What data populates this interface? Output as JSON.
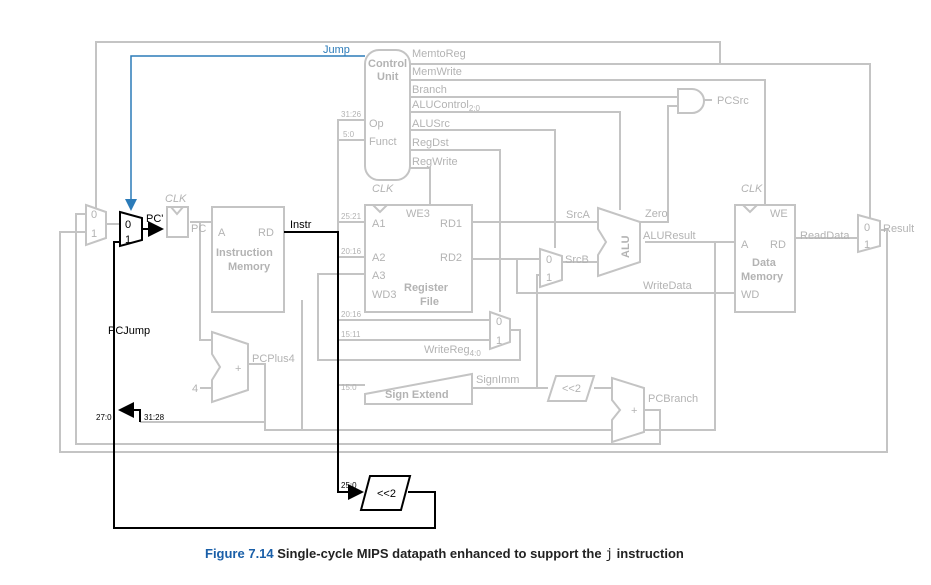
{
  "labels": {
    "jump": "Jump",
    "memtoreg": "MemtoReg",
    "memwrite": "MemWrite",
    "branch": "Branch",
    "alucontrol": "ALUControl",
    "alucontrol_sub": "2:0",
    "alusrc": "ALUSrc",
    "regdst": "RegDst",
    "regwrite": "RegWrite",
    "pcsrc": "PCSrc",
    "control_unit_1": "Control",
    "control_unit_2": "Unit",
    "op": "Op",
    "funct": "Funct",
    "b31_26": "31:26",
    "b5_0": "5:0",
    "b25_21": "25:21",
    "b20_16a": "20:16",
    "b20_16b": "20:16",
    "b15_11": "15:11",
    "b15_0": "15:0",
    "b27_0": "27:0",
    "b31_28": "31:28",
    "b25_0": "25:0",
    "clk1": "CLK",
    "clk2": "CLK",
    "clk3": "CLK",
    "pc_prime": "PC'",
    "pc": "PC",
    "instr": "Instr",
    "a": "A",
    "rd": "RD",
    "imem_1": "Instruction",
    "imem_2": "Memory",
    "a1": "A1",
    "a2": "A2",
    "a3": "A3",
    "wd3": "WD3",
    "we3": "WE3",
    "rd1": "RD1",
    "rd2": "RD2",
    "rf_1": "Register",
    "rf_2": "File",
    "srca": "SrcA",
    "srcb": "SrcB",
    "zero": "Zero",
    "alu": "ALU",
    "aluresult": "ALUResult",
    "writedata": "WriteData",
    "dmem_a": "A",
    "dmem_rd": "RD",
    "dmem_wd": "WD",
    "dmem_we": "WE",
    "dmem_1": "Data",
    "dmem_2": "Memory",
    "readdata": "ReadData",
    "result": "Result",
    "writereg": "WriteReg",
    "writereg_sub": "4:0",
    "signimm": "SignImm",
    "sign_extend": "Sign Extend",
    "shl2a": "<<2",
    "shl2b": "<<2",
    "pcbranch": "PCBranch",
    "pcplus4": "PCPlus4",
    "four": "4",
    "pcjump": "PCJump",
    "plus1": "+",
    "plus2": "+",
    "m0a": "0",
    "m1a": "1",
    "m0b": "0",
    "m1b": "1",
    "m0c": "0",
    "m1c": "1",
    "m0d": "0",
    "m1d": "1",
    "m0e": "0",
    "m1e": "1"
  },
  "caption": {
    "figure": "Figure 7.14",
    "text": "Single-cycle MIPS datapath enhanced to support the",
    "code": "j",
    "tail": "instruction"
  },
  "colors": {
    "gray": "#c4c4c4",
    "black": "#000000",
    "blue": "#2b7bb9",
    "caption_accent": "#1a5fa8"
  }
}
